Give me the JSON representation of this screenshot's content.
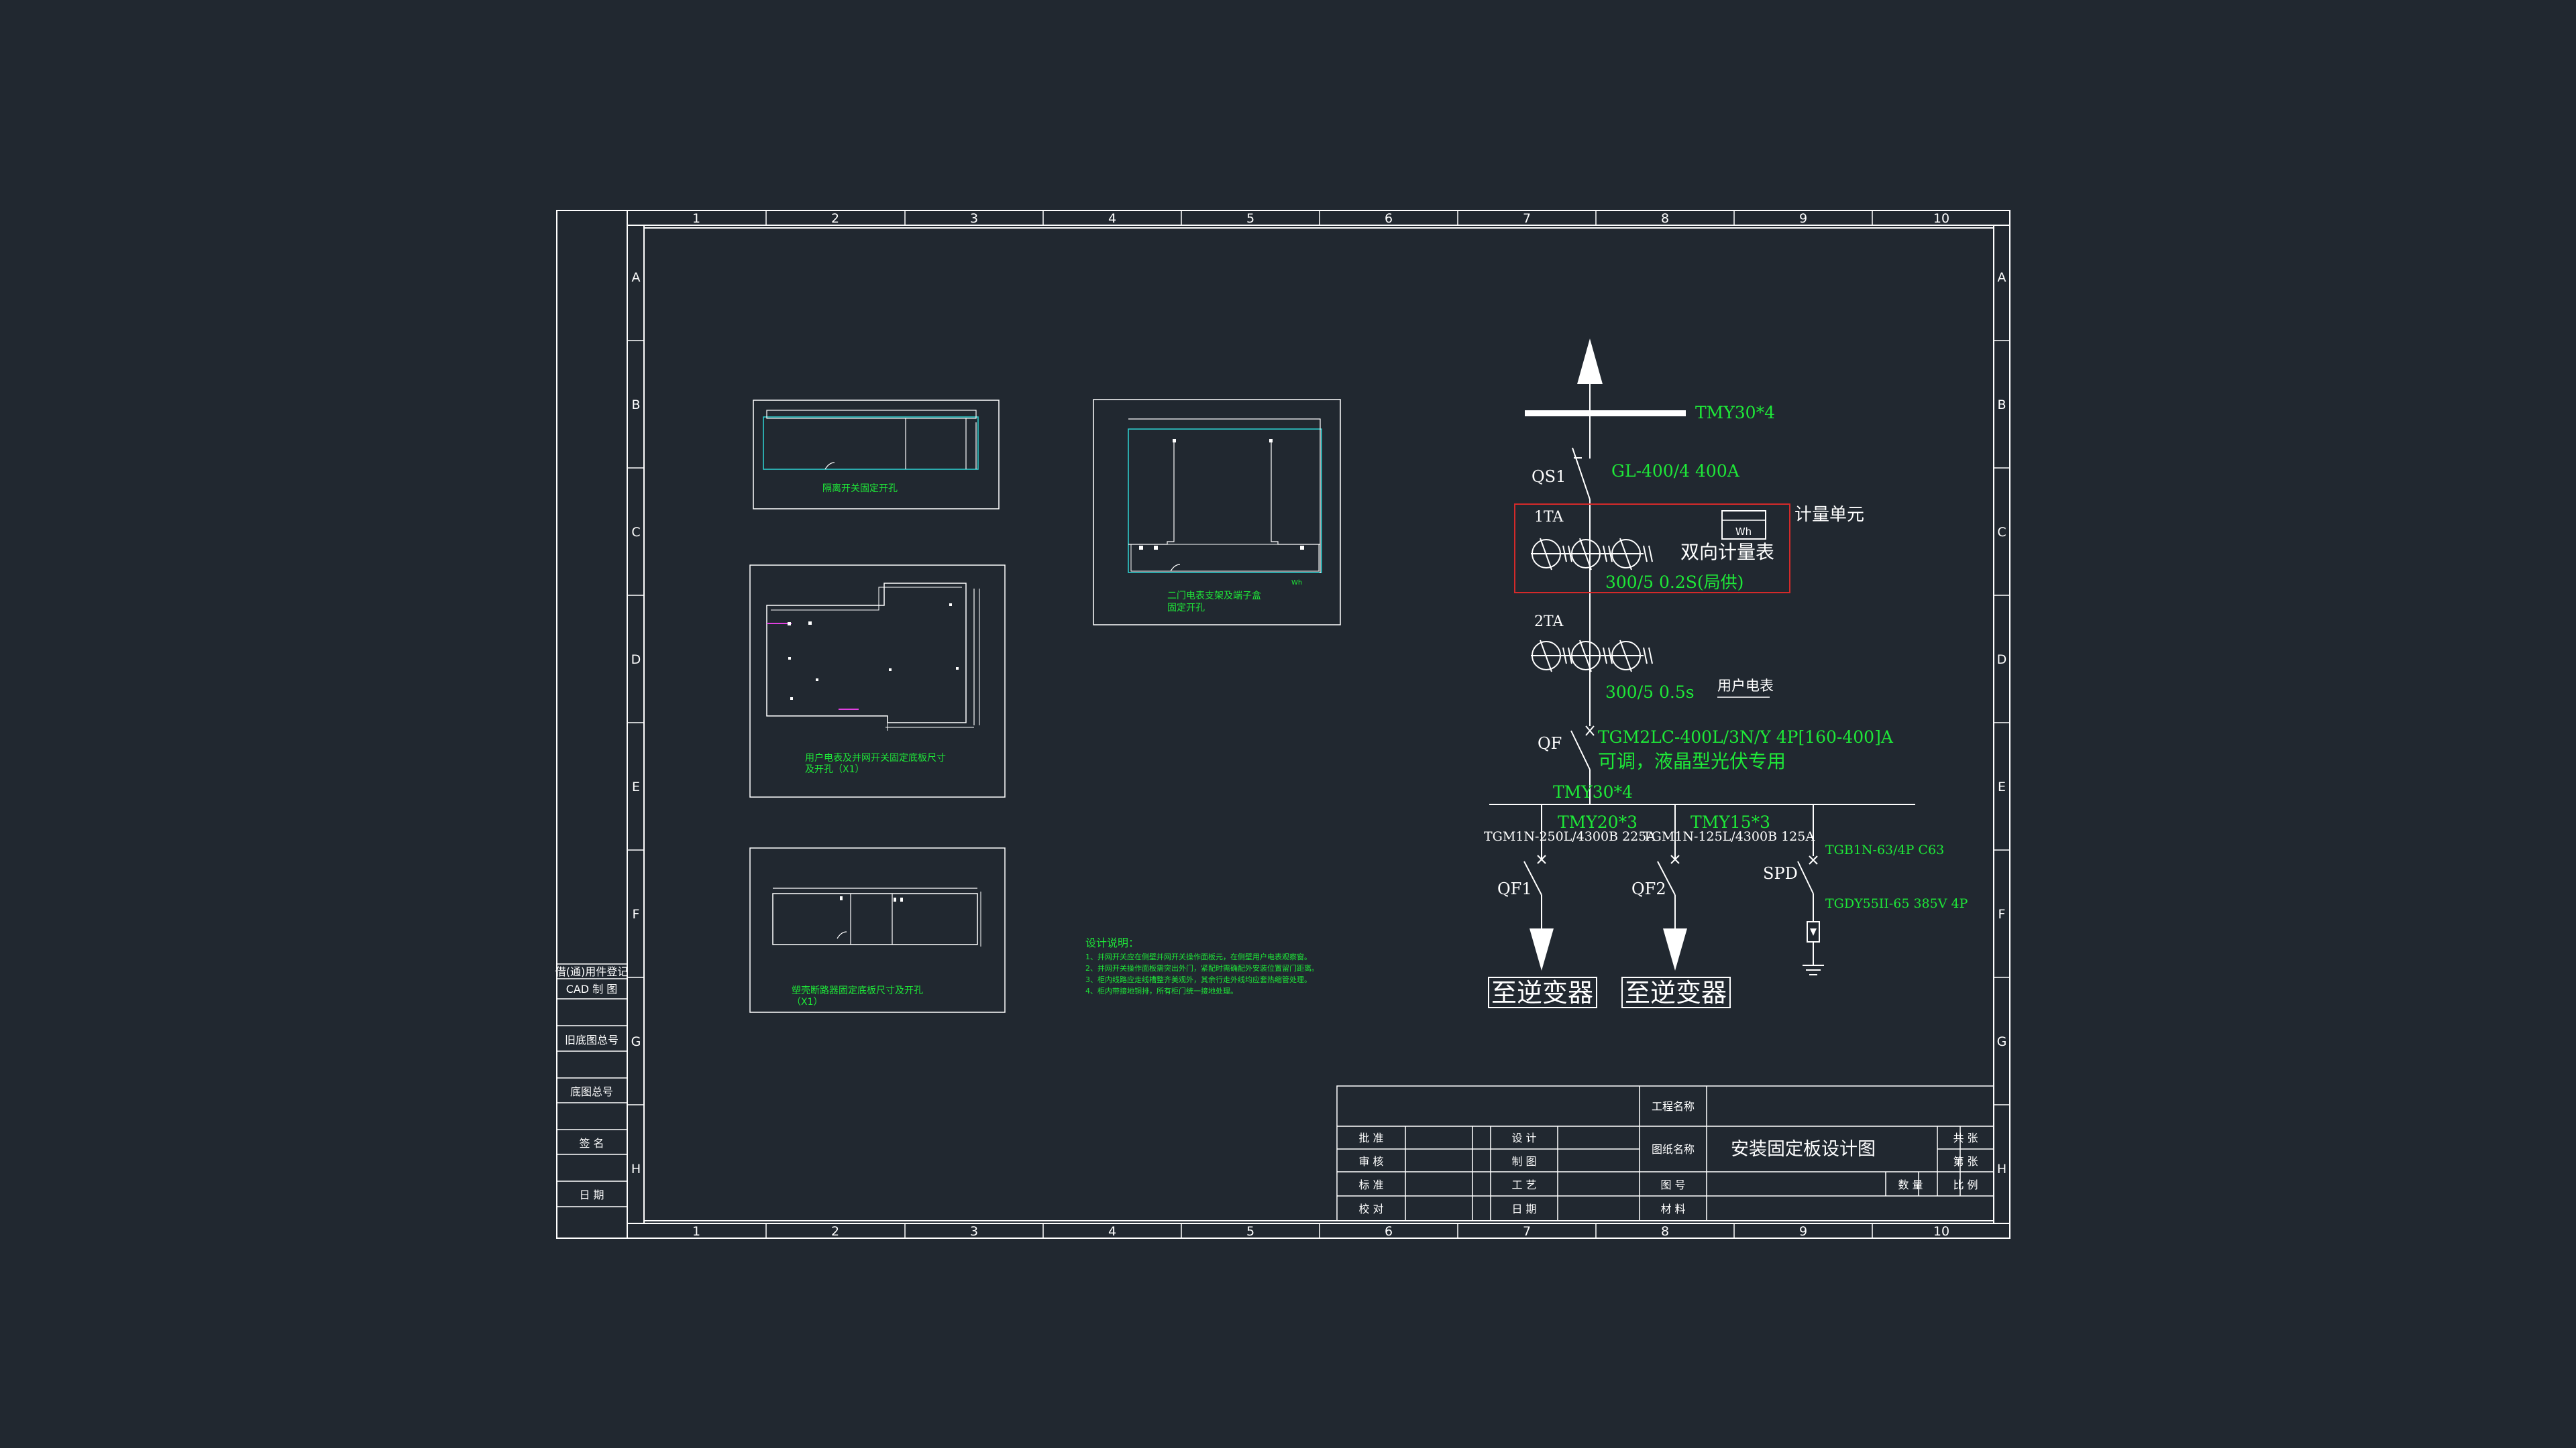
{
  "column_markers": [
    "1",
    "2",
    "3",
    "4",
    "5",
    "6",
    "7",
    "8",
    "9",
    "10"
  ],
  "row_markers": [
    "A",
    "B",
    "C",
    "D",
    "E",
    "F",
    "G",
    "H"
  ],
  "left_strip": {
    "register": "借(通)用件登记",
    "cad_draw": "CAD 制 图",
    "old_drawing_no": "旧底图总号",
    "base_drawing_no": "底图总号",
    "signature": "签 名",
    "date": "日 期"
  },
  "sketches": {
    "s1_caption": "隔离开关固定开孔",
    "s2_caption_1": "用户电表及并网开关固定底板尺寸",
    "s2_caption_2": "及开孔（X1）",
    "s3_caption": "塑壳断路器固定底板尺寸及开孔",
    "s3_caption_2": "（X1）",
    "s4_caption_1": "二门电表支架及端子盒",
    "s4_caption_2": "固定开孔",
    "s4_small": "Wh"
  },
  "design_notes": {
    "title": "设计说明：",
    "lines": [
      "1、并网开关应在侧壁并网开关操作面板元，在侧壁用户电表观察窗。",
      "2、并网开关操作面板需突出外门，紧配时需确配外安装位置留门距离。",
      "3、柜内线路应走线槽整齐美观外，其余行走外线均应套热缩管处理。",
      "4、柜内带接地铜排，所有柜门统一接地处理。"
    ]
  },
  "diagram": {
    "busbar_top": "TMY30*4",
    "qs1_label": "QS1",
    "qs1_spec": "GL-400/4 400A",
    "ta1_label": "1TA",
    "meter_unit": "计量单元",
    "wh": "Wh",
    "bidir_meter": "双向计量表",
    "ta1_spec": "300/5 0.2S(局供)",
    "ta2_label": "2TA",
    "user_meter": "用户电表",
    "ta2_spec": "300/5  0.5s",
    "qf_label": "QF",
    "qf_spec": "TGM2LC-400L/3N/Y 4P[160-400]A",
    "qf_note": "可调，液晶型光伏专用",
    "bus2": "TMY30*4",
    "branch1_bus": "TMY20*3",
    "branch1_breaker": "TGM1N-250L/4300B 225A",
    "branch1_label": "QF1",
    "branch1_dest": "至逆变器",
    "branch2_bus": "TMY15*3",
    "branch2_breaker": "TGM1N-125L/4300B 125A",
    "branch2_label": "QF2",
    "branch2_dest": "至逆变器",
    "spd_breaker": "TGB1N-63/4P C63",
    "spd_label": "SPD",
    "spd_spec": "TGDY55II-65 385V 4P"
  },
  "title_block": {
    "project_name_label": "工程名称",
    "drawing_name_label": "图纸名称",
    "drawing_name": "安装固定板设计图",
    "approve": "批 准",
    "review": "审 核",
    "standard": "标 准",
    "proofread": "校 对",
    "design": "设 计",
    "draw": "制 图",
    "process": "工 艺",
    "date": "日 期",
    "drawing_no": "图 号",
    "material": "材 料",
    "total_sheets": "共 张",
    "sheet_no": "第 张",
    "quantity": "数 量",
    "scale": "比 例"
  },
  "colors": {
    "background": "#212830",
    "line": "#ffffff",
    "green_text": "#1ee838",
    "cyan_line": "#2fd5d5",
    "red_box": "#d42a2a",
    "magenta": "#e040e0"
  }
}
